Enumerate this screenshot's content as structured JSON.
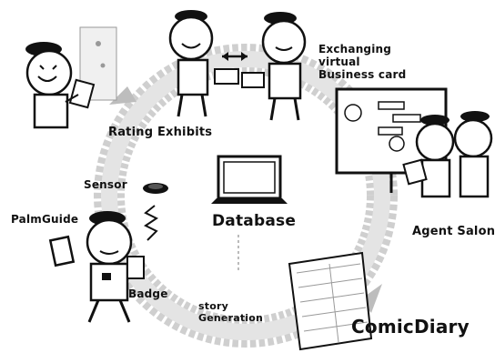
{
  "labels": {
    "exchanging": "Exchanging virtual Business card",
    "rating": "Rating Exhibits",
    "sensor": "Sensor",
    "palmguide": "PalmGuide",
    "database": "Database",
    "agent_salon": "Agent Salon",
    "badge": "Badge",
    "story": "story Generation",
    "comic_diary": "ComicDiary"
  },
  "icons": {
    "exchange_arrow": "double-arrow-icon",
    "signal": "zigzag-signal-icon",
    "laptop": "laptop-icon",
    "sensor": "eye-sensor-icon"
  },
  "colors": {
    "ink": "#111111",
    "cycle_gray": "#c8c8c8",
    "skin": "#ffffff"
  }
}
